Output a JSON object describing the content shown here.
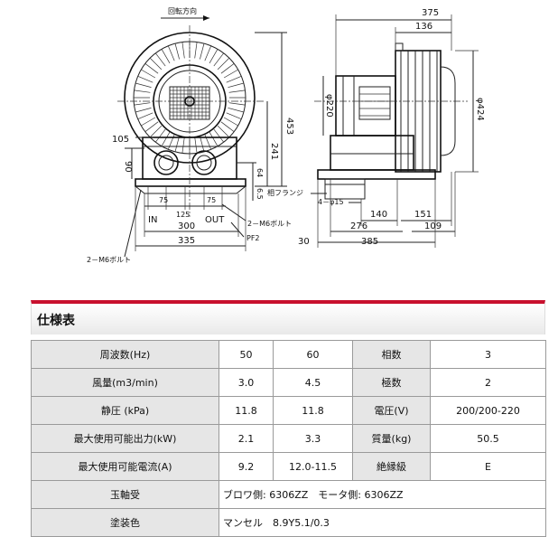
{
  "drawing": {
    "rotation_label": "回転方向",
    "dims": {
      "w375": "375",
      "w136": "136",
      "h453": "453",
      "h241": "241",
      "d220": "φ220",
      "d424": "φ424",
      "d105": "105",
      "h90": "90",
      "h64": "64",
      "h65": "6.5",
      "w75a": "75",
      "w75b": "75",
      "w125": "125",
      "w300": "300",
      "w335": "335",
      "w140": "140",
      "w151": "151",
      "w276": "276",
      "w109": "109",
      "w30": "30",
      "w385": "385",
      "holes": "4－φ15"
    },
    "labels": {
      "in": "IN",
      "out": "OUT",
      "bolt_right": "2－M6ボルト",
      "bolt_left": "2－M6ボルト",
      "pf2": "PF2",
      "flange": "相フランジ"
    }
  },
  "spec": {
    "title": "仕様表",
    "rows": [
      {
        "l1": "周波数(Hz)",
        "v1": "50",
        "v2": "60",
        "l2": "相数",
        "v3": "3"
      },
      {
        "l1": "風量(m3/min)",
        "v1": "3.0",
        "v2": "4.5",
        "l2": "極数",
        "v3": "2"
      },
      {
        "l1": "静圧 (kPa)",
        "v1": "11.8",
        "v2": "11.8",
        "l2": "電圧(V)",
        "v3": "200/200-220"
      },
      {
        "l1": "最大使用可能出力(kW)",
        "v1": "2.1",
        "v2": "3.3",
        "l2": "質量(kg)",
        "v3": "50.5"
      },
      {
        "l1": "最大使用可能電流(A)",
        "v1": "9.2",
        "v2": "12.0-11.5",
        "l2": "絶縁級",
        "v3": "E"
      }
    ],
    "bearing": {
      "label": "玉軸受",
      "value": "ブロワ側: 6306ZZ　モータ側: 6306ZZ"
    },
    "paint": {
      "label": "塗装色",
      "value": "マンセル　8.9Y5.1/0.3"
    }
  }
}
